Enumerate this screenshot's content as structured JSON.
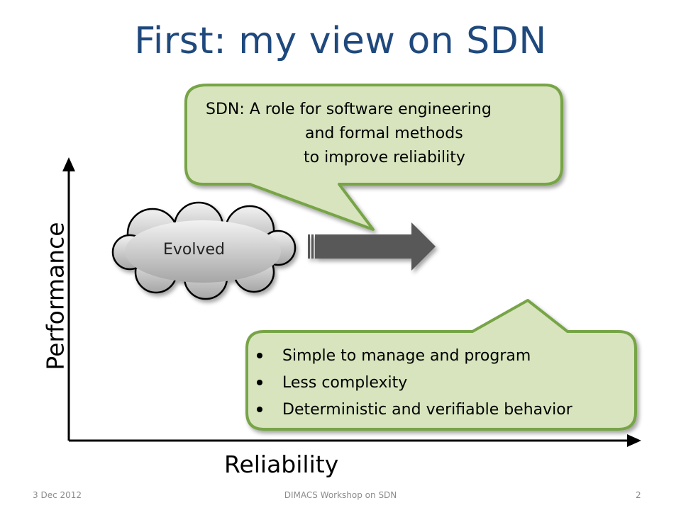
{
  "slide": {
    "title": "First: my view on SDN"
  },
  "callout_top": {
    "line1": "SDN: A role for software engineering",
    "line2": "and formal methods",
    "line3": "to improve reliability"
  },
  "cloud": {
    "label": "Evolved"
  },
  "callout_bottom": {
    "bullets": [
      "Simple to manage and program",
      "Less complexity",
      "Deterministic and verifiable behavior"
    ]
  },
  "axes": {
    "y_label": "Performance",
    "x_label": "Reliability"
  },
  "footer": {
    "date": "3 Dec 2012",
    "event": "DIMACS Workshop on SDN",
    "page": "2"
  },
  "colors": {
    "title": "#1f497d",
    "callout_fill": "#d7e4bd",
    "callout_border": "#77a446",
    "arrow": "#595959",
    "cloud_fill": "#c0c0c0"
  }
}
